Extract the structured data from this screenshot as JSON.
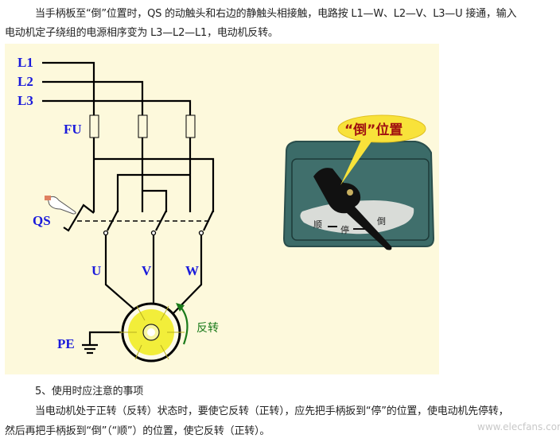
{
  "paragraphs": {
    "p1_line1": "当手柄板至“倒”位置时，QS 的动触头和右边的静触头相接触，电路按 L1—W、L2—V、L3—U 接通，输入",
    "p1_line2": "电动机定子绕组的电源相序变为 L3—L2—L1，电动机反转。",
    "heading5": "5、使用时应注意的事项",
    "p2_line1": "当电动机处于正转（反转）状态时，要使它反转（正转），应先把手柄扳到“停”的位置，使电动机先停转，",
    "p2_line2": "然后再把手柄扳到“倒”（“顺”）的位置，使它反转（正转）。"
  },
  "diagram": {
    "labels": {
      "l1": "L1",
      "l2": "L2",
      "l3": "L3",
      "fu": "FU",
      "qs": "QS",
      "u": "U",
      "v": "V",
      "w": "W",
      "pe": "PE",
      "rotation": "反转"
    },
    "switch": {
      "callout": "“倒”位置",
      "pos_forward": "顺",
      "pos_stop": "停",
      "pos_reverse": "倒"
    },
    "colors": {
      "label_blue": "#1a1adb",
      "background": "#fdf9dc",
      "motor_yellow": "#f2ee3a",
      "arrow_green": "#1a7a1a",
      "box_teal": "#3b6b68",
      "callout_fill": "#f8e23a",
      "callout_text": "#a01010"
    }
  },
  "watermark": "www.elecfans.com"
}
